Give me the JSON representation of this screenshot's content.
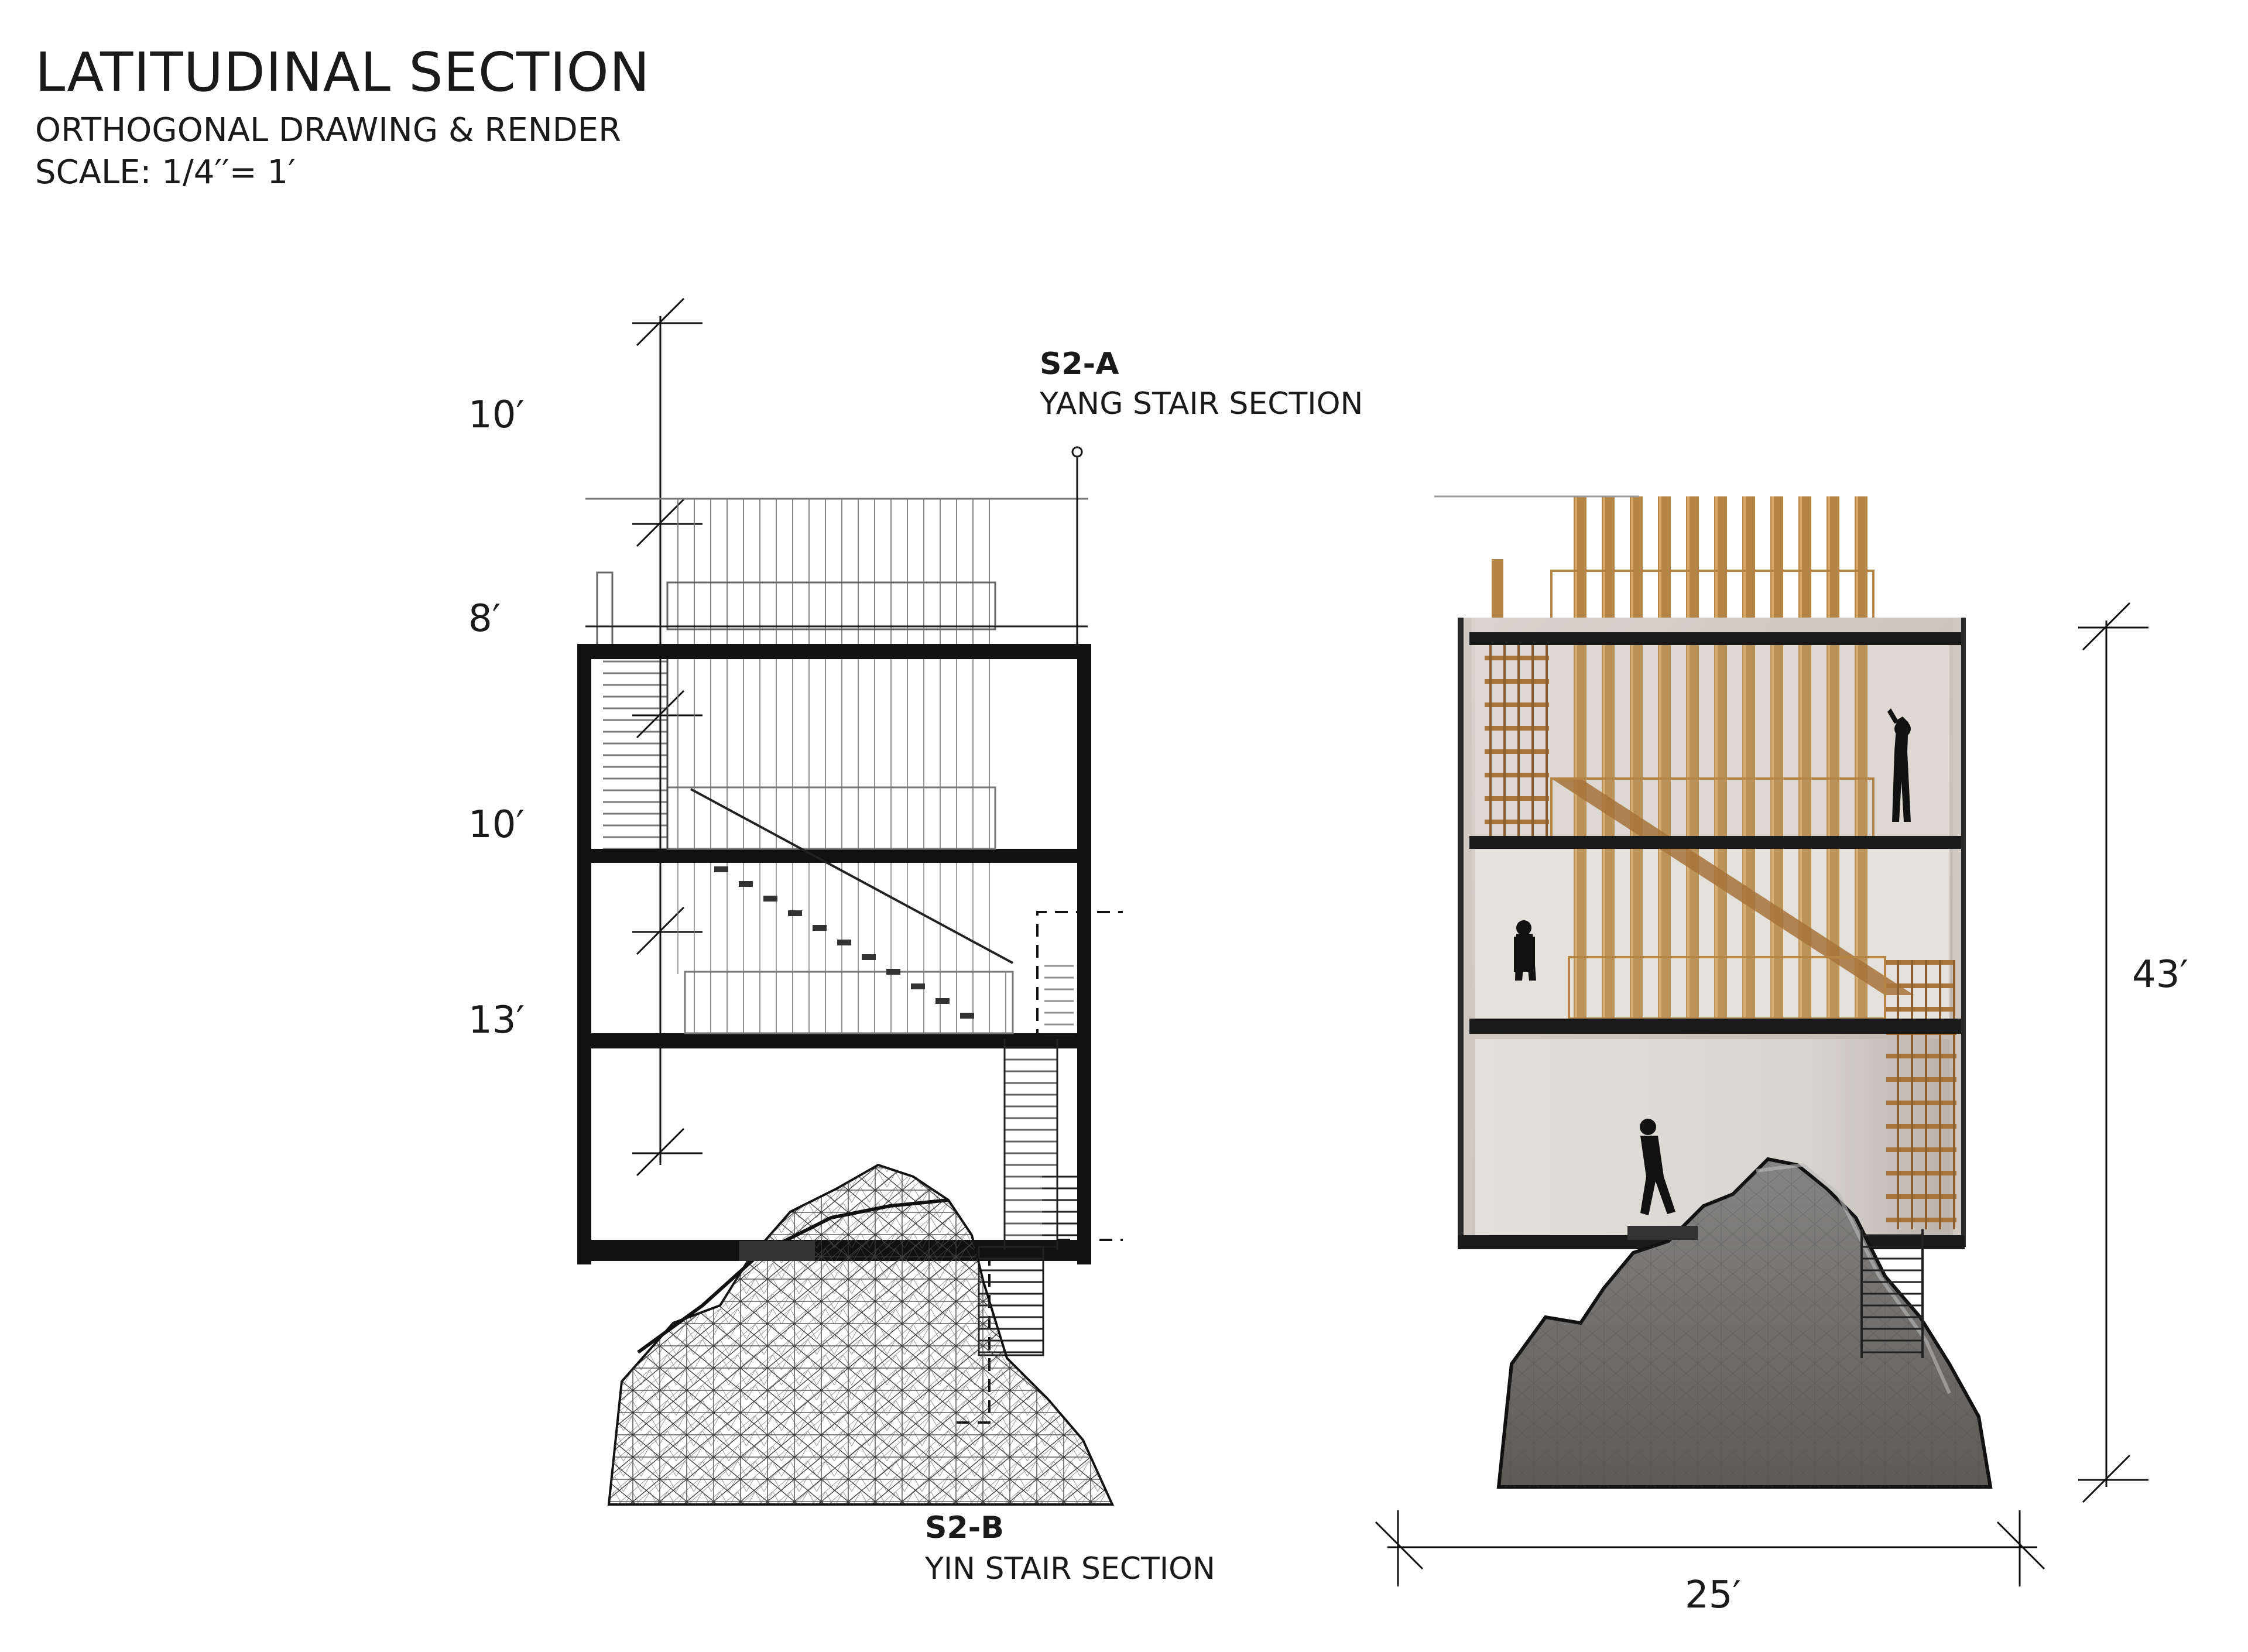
{
  "header": {
    "title": "LATITUDINAL SECTION",
    "subtitle": "ORTHOGONAL DRAWING & RENDER",
    "scale": "SCALE: 1/4′′= 1′"
  },
  "left_drawing": {
    "heights": [
      "10′",
      "8′",
      "10′",
      "13′"
    ],
    "tag_top": {
      "code": "S2-A",
      "label": "YANG STAIR SECTION"
    },
    "tag_bottom": {
      "code": "S2-B",
      "label": "YIN STAIR SECTION"
    }
  },
  "right_render": {
    "height": "43′",
    "width": "25′"
  }
}
